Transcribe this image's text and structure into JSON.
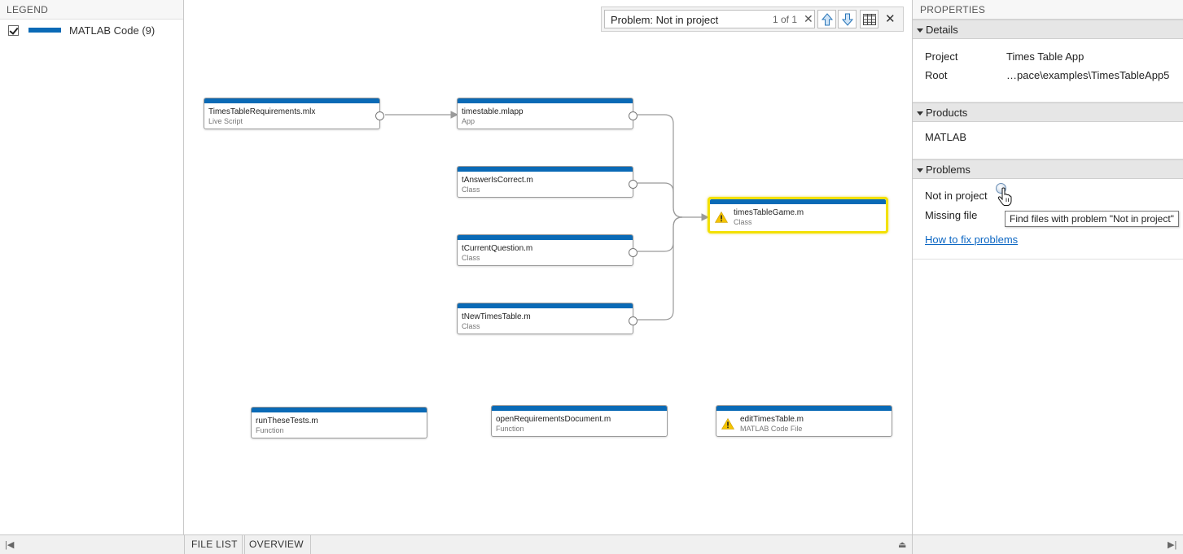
{
  "legend": {
    "title": "LEGEND",
    "items": [
      {
        "label": "MATLAB Code (9)",
        "checked": true,
        "color": "#0a6ab6"
      }
    ]
  },
  "search": {
    "text": "Problem: Not in project",
    "count": "1 of 1",
    "clear_glyph": "✕",
    "close_glyph": "✕"
  },
  "nodes": {
    "requirements": {
      "name": "TimesTableRequirements.mlx",
      "type": "Live Script"
    },
    "app": {
      "name": "timestable.mlapp",
      "type": "App"
    },
    "answer": {
      "name": "tAnswerIsCorrect.m",
      "type": "Class"
    },
    "current": {
      "name": "tCurrentQuestion.m",
      "type": "Class"
    },
    "newtable": {
      "name": "tNewTimesTable.m",
      "type": "Class"
    },
    "game": {
      "name": "timesTableGame.m",
      "type": "Class"
    },
    "runtests": {
      "name": "runTheseTests.m",
      "type": "Function"
    },
    "openreq": {
      "name": "openRequirementsDocument.m",
      "type": "Function"
    },
    "edit": {
      "name": "editTimesTable.m",
      "type": "MATLAB Code File"
    }
  },
  "bottom": {
    "tabs": [
      "FILE LIST",
      "OVERVIEW"
    ]
  },
  "properties": {
    "title": "PROPERTIES",
    "details": {
      "heading": "Details",
      "project_label": "Project",
      "project_value": "Times Table App",
      "root_label": "Root",
      "root_value": "…pace\\examples\\TimesTableApp5"
    },
    "products": {
      "heading": "Products",
      "items": [
        "MATLAB"
      ]
    },
    "problems": {
      "heading": "Problems",
      "items": [
        "Not in project",
        "Missing file"
      ],
      "link": "How to fix problems",
      "tooltip": "Find files with problem \"Not in project\""
    }
  },
  "colors": {
    "accent": "#0a6ab6",
    "selection": "#f3e100",
    "warning": "#f5c400",
    "link": "#0b66c3"
  }
}
